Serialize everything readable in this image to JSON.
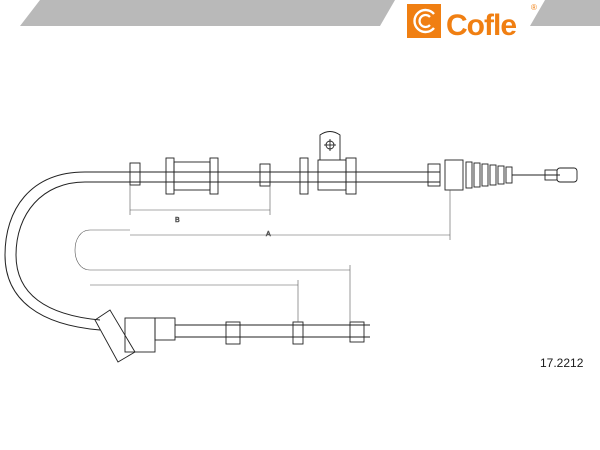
{
  "header": {
    "brand": "Cofle",
    "registered_mark": "®",
    "colors": {
      "accent": "#f07f12",
      "banner_grey": "#b9b9b9",
      "line": "#222222",
      "dimension": "#555555"
    }
  },
  "drawing": {
    "part_number": "17.2212",
    "dimension_labels": {
      "b": "B",
      "a": "A"
    }
  }
}
